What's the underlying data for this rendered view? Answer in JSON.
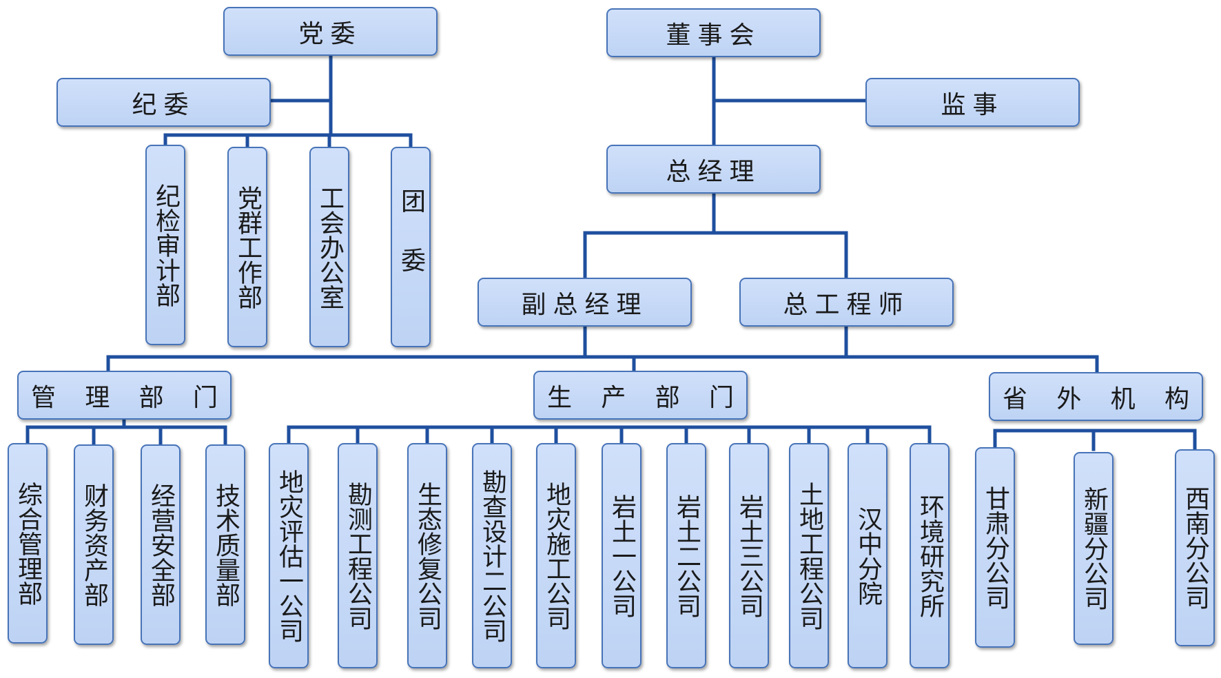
{
  "colors": {
    "line": "#1f4f9e",
    "box_fill": "#c4d8f7",
    "box_border": "#4773b8"
  },
  "top": {
    "party": "党委",
    "board": "董事会",
    "discipline": "纪委",
    "supervisor": "监事",
    "gm": "总经理",
    "deputy_gm": "副总经理",
    "chief_engineer": "总工程师"
  },
  "party_units": [
    "纪检审计部",
    "党群工作部",
    "工会办公室",
    "团委"
  ],
  "groups": {
    "management": {
      "label": [
        "管",
        "理",
        "部",
        "门"
      ],
      "units": [
        "综合管理部",
        "财务资产部",
        "经营安全部",
        "技术质量部"
      ]
    },
    "production": {
      "label": [
        "生",
        "产",
        "部",
        "门"
      ],
      "units": [
        "地灾评估一公司",
        "勘测工程公司",
        "生态修复公司",
        "勘查设计二公司",
        "地灾施工公司",
        "岩土一公司",
        "岩土二公司",
        "岩土三公司",
        "土地工程公司",
        "汉中分院",
        "环境研究所"
      ]
    },
    "external": {
      "label": [
        "省",
        "外",
        "机",
        "构"
      ],
      "units": [
        "甘肃分公司",
        "新疆分公司",
        "西南分公司"
      ]
    }
  }
}
